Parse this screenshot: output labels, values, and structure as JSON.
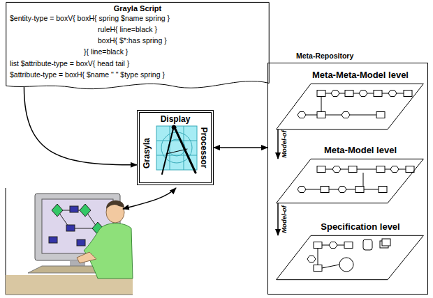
{
  "diagram": {
    "nodes": [
      {
        "text": [
          "Grayla Script",
          "$entity-type = boxV{ boxH{ spring $name spring }",
          "ruleH{ line=black }",
          "boxH{ $*:has spring }",
          "}{ line=black }",
          "list $attribute-type = boxV{ head tail }",
          "$attribute-type = boxH{ $name \" \" $type spring }"
        ]
      },
      {
        "text": [
          "Display",
          "Grasyla",
          "Processor"
        ]
      },
      {
        "text": [
          "Meta-Repository"
        ]
      },
      {
        "text": [
          "Meta-Meta-Model level"
        ],
        "in": 2
      },
      {
        "text": [
          "Meta-Model level"
        ],
        "in": 2
      },
      {
        "text": [
          "Specification level"
        ],
        "in": 2
      }
    ],
    "edges": [
      {
        "from": 0,
        "to": 1,
        "arrow": "to"
      },
      {
        "from": 1,
        "to": 2,
        "arrow": "both"
      },
      {
        "from": 3,
        "to": 4,
        "label": "Model-of",
        "arrow": "to"
      },
      {
        "from": 4,
        "to": 5,
        "label": "Model-of",
        "arrow": "to"
      }
    ]
  }
}
